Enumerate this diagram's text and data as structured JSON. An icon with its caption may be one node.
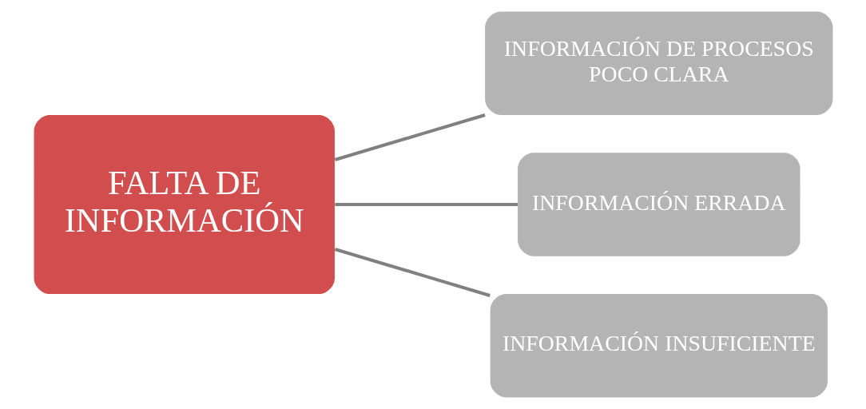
{
  "diagram": {
    "nodes": [
      {
        "text": [
          "FALTA DE INFORMACIÓN"
        ]
      },
      {
        "text": [
          "INFORMACIÓN DE PROCESOS POCO CLARA"
        ]
      },
      {
        "text": [
          "INFORMACIÓN ERRADA"
        ]
      },
      {
        "text": [
          "INFORMACIÓN INSUFICIENTE"
        ]
      }
    ],
    "edges": [
      {
        "from": 0,
        "to": 1,
        "arrow": "none"
      },
      {
        "from": 0,
        "to": 2,
        "arrow": "none"
      },
      {
        "from": 0,
        "to": 3,
        "arrow": "none"
      }
    ]
  }
}
